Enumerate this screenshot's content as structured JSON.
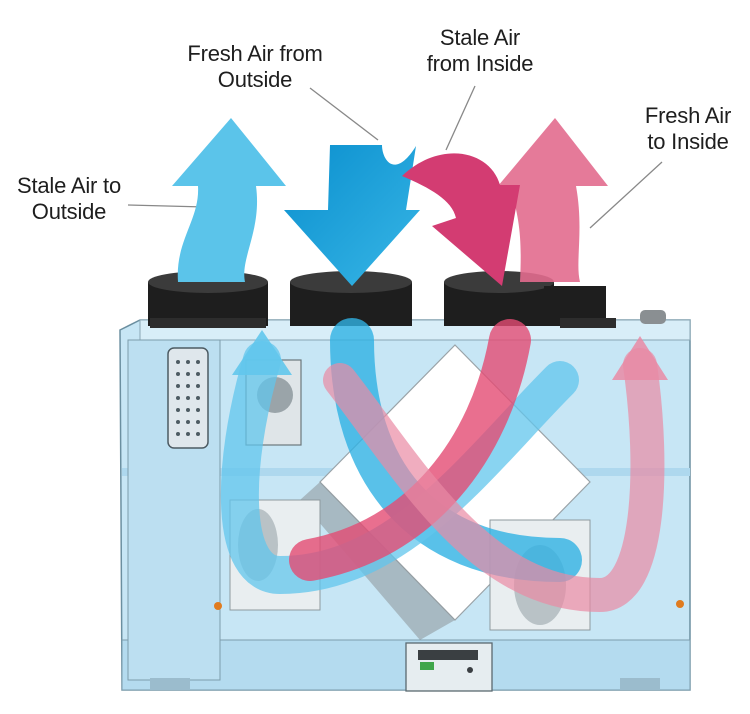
{
  "labels": {
    "stale_air_to_outside": "Stale Air to\nOutside",
    "fresh_air_from_outside": "Fresh Air from\nOutside",
    "stale_air_from_inside": "Stale Air\nfrom Inside",
    "fresh_air_to_inside": "Fresh Air\nto Inside"
  },
  "colors": {
    "stale_to_outside": "#5bc4ea",
    "fresh_from_outside": "#0a92cf",
    "stale_from_inside": "#d33c72",
    "fresh_to_inside": "#e0708f",
    "housing": "#bfe1f2",
    "collar": "#1e1e1e"
  }
}
